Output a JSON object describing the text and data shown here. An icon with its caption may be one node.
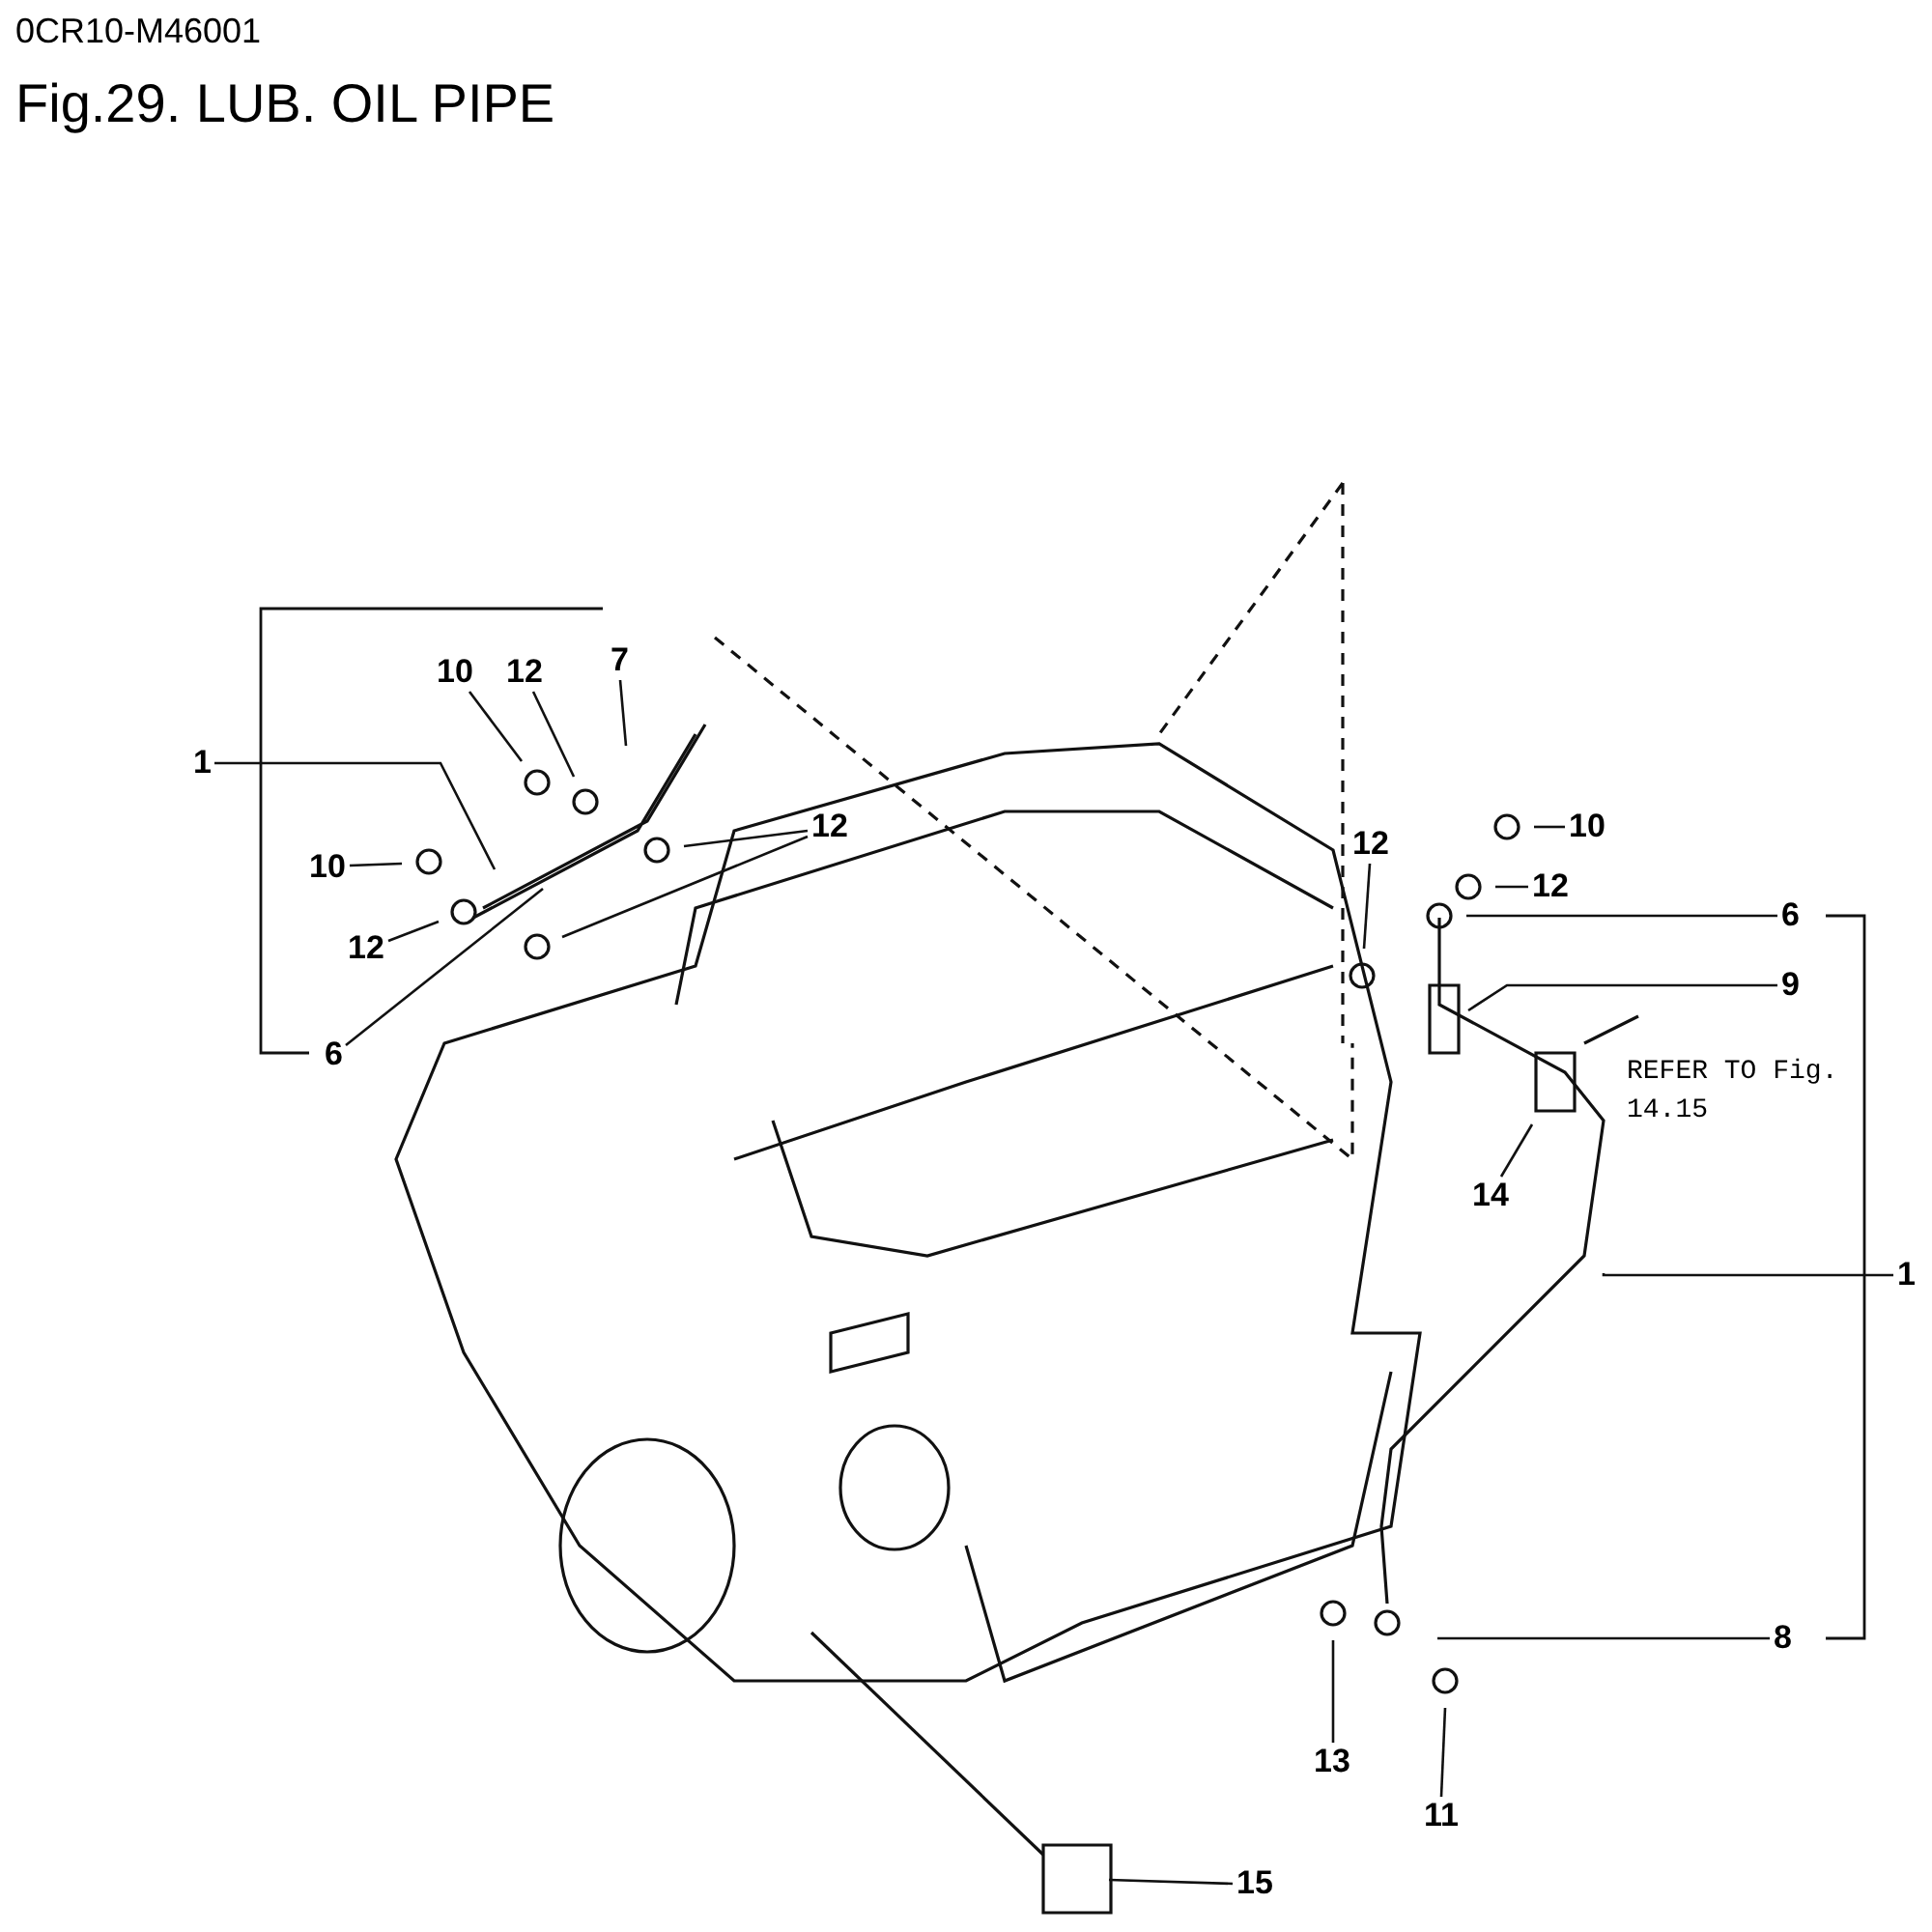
{
  "diagram": {
    "title": "Fig.29. LUB. OIL PIPE",
    "nodes": [
      {
        "text": [
          "1"
        ]
      },
      {
        "text": [
          "7"
        ]
      },
      {
        "text": [
          "10"
        ]
      },
      {
        "text": [
          "12"
        ]
      },
      {
        "text": [
          "10"
        ]
      },
      {
        "text": [
          "12"
        ]
      },
      {
        "text": [
          "12"
        ]
      },
      {
        "text": [
          "6"
        ]
      },
      {
        "text": [
          "12"
        ]
      },
      {
        "text": [
          "10"
        ]
      },
      {
        "text": [
          "12"
        ]
      },
      {
        "text": [
          "6"
        ]
      },
      {
        "text": [
          "9"
        ]
      },
      {
        "text": [
          "14"
        ]
      },
      {
        "text": [
          "1"
        ]
      },
      {
        "text": [
          "8"
        ]
      },
      {
        "text": [
          "13"
        ]
      },
      {
        "text": [
          "11"
        ]
      },
      {
        "text": [
          "15"
        ]
      }
    ],
    "edges": [
      {
        "from": 0,
        "to": null,
        "arrow": "none"
      },
      {
        "from": 1,
        "to": null,
        "arrow": "none"
      },
      {
        "from": 2,
        "to": null,
        "arrow": "none"
      },
      {
        "from": 3,
        "to": null,
        "arrow": "none"
      },
      {
        "from": 4,
        "to": null,
        "arrow": "none"
      },
      {
        "from": 5,
        "to": null,
        "arrow": "none"
      },
      {
        "from": 6,
        "to": null,
        "arrow": "none"
      },
      {
        "from": 6,
        "to": null,
        "arrow": "none"
      },
      {
        "from": 7,
        "to": null,
        "arrow": "none"
      },
      {
        "from": 8,
        "to": null,
        "arrow": "none"
      },
      {
        "from": 9,
        "to": null,
        "arrow": "none"
      },
      {
        "from": 10,
        "to": null,
        "arrow": "none"
      },
      {
        "from": 11,
        "to": null,
        "arrow": "none"
      },
      {
        "from": 12,
        "to": null,
        "arrow": "none"
      },
      {
        "from": 13,
        "to": null,
        "arrow": "none"
      },
      {
        "from": 14,
        "to": null,
        "arrow": "none"
      },
      {
        "from": 15,
        "to": null,
        "arrow": "none"
      },
      {
        "from": 16,
        "to": null,
        "arrow": "none"
      },
      {
        "from": 17,
        "to": null,
        "arrow": "none"
      },
      {
        "from": 18,
        "to": null,
        "arrow": "none"
      }
    ],
    "labels": [
      "0CR10-M46001",
      "REFER TO Fig. 14.15"
    ]
  }
}
